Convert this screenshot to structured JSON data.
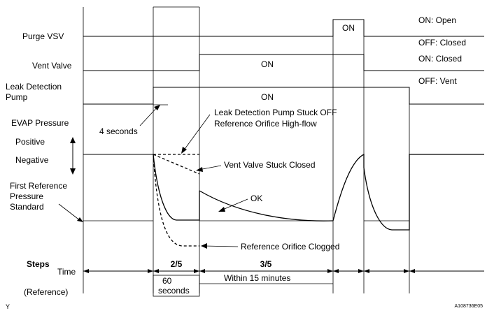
{
  "signals": {
    "purge_vsv": "Purge VSV",
    "vent_valve": "Vent Valve",
    "leak_detection_pump": [
      "Leak Detection",
      "Pump"
    ],
    "evap_pressure": "EVAP Pressure",
    "positive": "Positive",
    "negative": "Negative",
    "first_reference": [
      "First Reference",
      "Pressure",
      "Standard"
    ]
  },
  "states": {
    "purge_open": "ON: Open",
    "purge_closed": "OFF: Closed",
    "vent_closed": "ON: Closed",
    "vent_vent": "OFF: Vent",
    "on": "ON"
  },
  "annotations": {
    "four_seconds": "4 seconds",
    "pump_stuck": [
      "Leak Detection Pump Stuck OFF",
      "Reference Orifice High-flow"
    ],
    "vent_stuck": "Vent Valve Stuck Closed",
    "ok": "OK",
    "orifice_clogged": "Reference Orifice Clogged"
  },
  "timeline": {
    "steps_label": "Steps",
    "time_label": "Time",
    "reference_label": "(Reference)",
    "step_2": "2/5",
    "step_3": "3/5",
    "sixty_seconds": [
      "60",
      "seconds"
    ],
    "within_15": "Within 15 minutes"
  },
  "footer": {
    "left_mark": "Y",
    "figure_id": "A108736E05"
  }
}
